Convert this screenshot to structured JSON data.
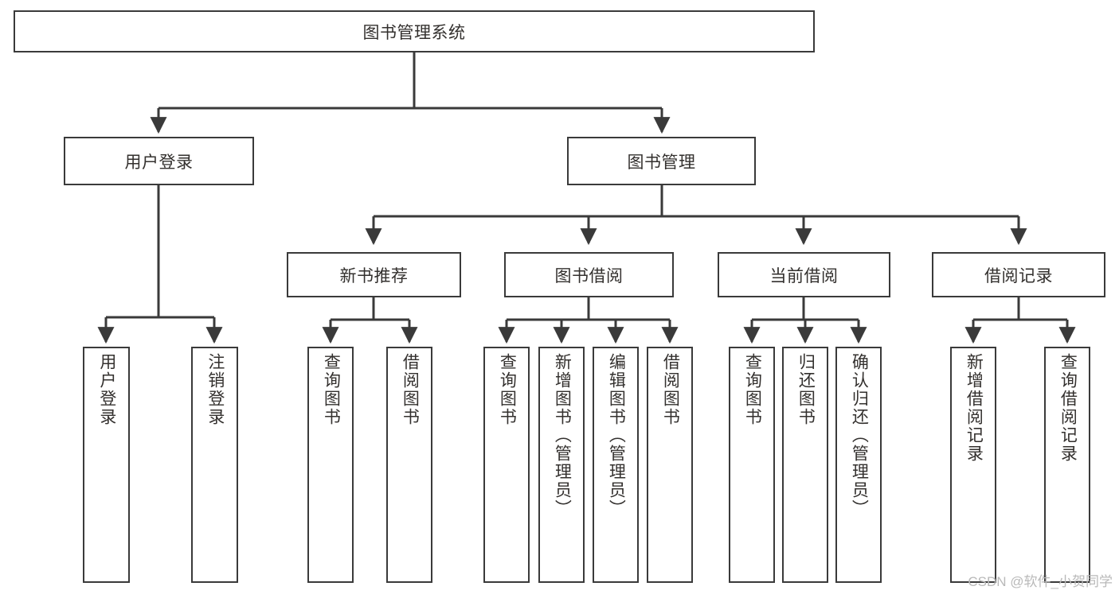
{
  "diagram": {
    "title": "图书管理系统",
    "type": "tree",
    "watermark": "CSDN @软件_小贺同学",
    "colors": {
      "box_border": "#3a3a3a",
      "box_fill": "#ffffff",
      "text": "#33302e",
      "connector": "#3a3a3a",
      "watermark": "#b9b9b9",
      "background": "#ffffff"
    }
  },
  "root": {
    "label": "图书管理系统"
  },
  "level2": [
    {
      "label": "用户登录"
    },
    {
      "label": "图书管理"
    }
  ],
  "level3": [
    {
      "label": "新书推荐"
    },
    {
      "label": "图书借阅"
    },
    {
      "label": "当前借阅"
    },
    {
      "label": "借阅记录"
    }
  ],
  "leaves": {
    "user_login": [
      {
        "label": "用户登录"
      },
      {
        "label": "注销登录"
      }
    ],
    "new_book_recommend": [
      {
        "label": "查询图书"
      },
      {
        "label": "借阅图书"
      }
    ],
    "book_borrow": [
      {
        "label": "查询图书"
      },
      {
        "label": "新增图书（管理员）"
      },
      {
        "label": "编辑图书（管理员）"
      },
      {
        "label": "借阅图书"
      }
    ],
    "current_borrow": [
      {
        "label": "查询图书"
      },
      {
        "label": "归还图书"
      },
      {
        "label": "确认归还（管理员）"
      }
    ],
    "borrow_record": [
      {
        "label": "新增借阅记录"
      },
      {
        "label": "查询借阅记录"
      }
    ]
  }
}
